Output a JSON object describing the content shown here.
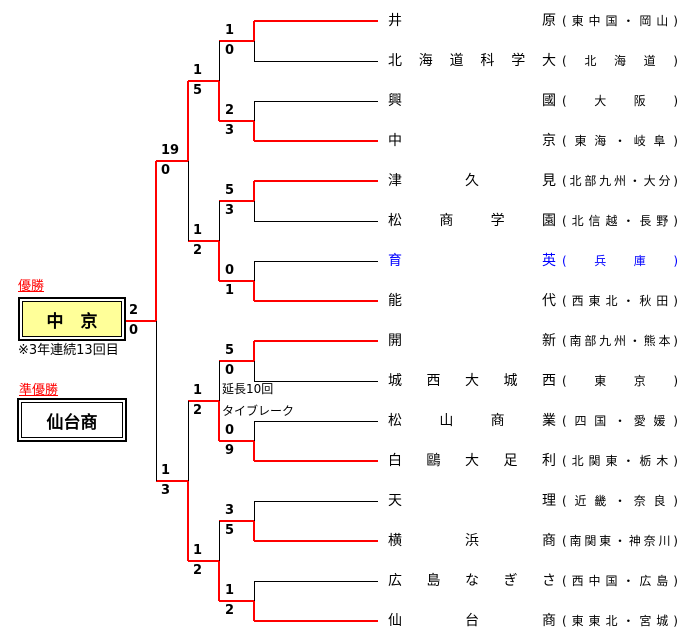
{
  "colors": {
    "advance_line": "#ff0000",
    "line": "#000000",
    "champion_fill": "#ffff99",
    "label_red": "#ff0000",
    "highlight_blue": "#0000ff"
  },
  "champion": {
    "label": "優勝",
    "name": "中　京",
    "note": "※3年連続13回目"
  },
  "runner_up": {
    "label": "準優勝",
    "name": "仙台商"
  },
  "teams": [
    {
      "name": "井原",
      "region": "東中国・岡山",
      "won_round1": true,
      "text_color": "#000000"
    },
    {
      "name": "北海道科学大",
      "region": "北海道",
      "won_round1": false,
      "text_color": "#000000"
    },
    {
      "name": "興國",
      "region": "大阪",
      "won_round1": false,
      "text_color": "#000000"
    },
    {
      "name": "中京",
      "region": "東海・岐阜",
      "won_round1": true,
      "text_color": "#000000"
    },
    {
      "name": "津久見",
      "region": "北部九州・大分",
      "won_round1": true,
      "text_color": "#000000"
    },
    {
      "name": "松商学園",
      "region": "北信越・長野",
      "won_round1": false,
      "text_color": "#000000"
    },
    {
      "name": "育英",
      "region": "兵庫",
      "won_round1": false,
      "text_color": "#0000ff"
    },
    {
      "name": "能代",
      "region": "西東北・秋田",
      "won_round1": true,
      "text_color": "#000000"
    },
    {
      "name": "開新",
      "region": "南部九州・熊本",
      "won_round1": true,
      "text_color": "#000000"
    },
    {
      "name": "城西大城西",
      "region": "東京",
      "won_round1": false,
      "text_color": "#000000"
    },
    {
      "name": "松山商業",
      "region": "四国・愛媛",
      "won_round1": false,
      "text_color": "#000000"
    },
    {
      "name": "白鷗大足利",
      "region": "北関東・栃木",
      "won_round1": true,
      "text_color": "#000000"
    },
    {
      "name": "天理",
      "region": "近畿・奈良",
      "won_round1": false,
      "text_color": "#000000"
    },
    {
      "name": "横浜商",
      "region": "南関東・神奈川",
      "won_round1": true,
      "text_color": "#000000"
    },
    {
      "name": "広島なぎさ",
      "region": "西中国・広島",
      "won_round1": false,
      "text_color": "#000000"
    },
    {
      "name": "仙台商",
      "region": "東東北・宮城",
      "won_round1": true,
      "text_color": "#000000"
    }
  ],
  "rounds": {
    "round1": [
      {
        "top_score": "1",
        "bottom_score": "0",
        "winner": "top"
      },
      {
        "top_score": "2",
        "bottom_score": "3",
        "winner": "bottom"
      },
      {
        "top_score": "5",
        "bottom_score": "3",
        "winner": "top"
      },
      {
        "top_score": "0",
        "bottom_score": "1",
        "winner": "bottom"
      },
      {
        "top_score": "5",
        "bottom_score": "0",
        "winner": "top"
      },
      {
        "top_score": "0",
        "bottom_score": "9",
        "winner": "bottom"
      },
      {
        "top_score": "3",
        "bottom_score": "5",
        "winner": "bottom"
      },
      {
        "top_score": "1",
        "bottom_score": "2",
        "winner": "bottom"
      }
    ],
    "quarterfinals": [
      {
        "top_score": "1",
        "bottom_score": "5",
        "winner": "bottom"
      },
      {
        "top_score": "1",
        "bottom_score": "2",
        "winner": "bottom"
      },
      {
        "top_score": "1",
        "bottom_score": "2",
        "winner": "bottom",
        "note": [
          "延長10回",
          "タイブレーク"
        ]
      },
      {
        "top_score": "1",
        "bottom_score": "2",
        "winner": "bottom"
      }
    ],
    "semifinals": [
      {
        "top_score": "19",
        "bottom_score": "0",
        "winner": "top"
      },
      {
        "top_score": "1",
        "bottom_score": "3",
        "winner": "bottom"
      }
    ],
    "final": {
      "top_score": "2",
      "bottom_score": "0",
      "winner": "top"
    }
  }
}
